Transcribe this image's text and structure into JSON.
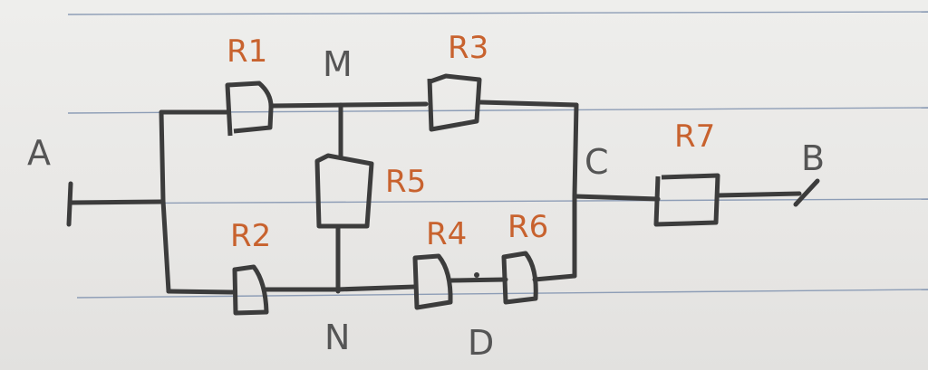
{
  "nodes": {
    "a": "A",
    "b": "B",
    "c": "C",
    "d": "D",
    "m": "M",
    "n": "N"
  },
  "resistors": {
    "r1": "R1",
    "r2": "R2",
    "r3": "R3",
    "r4": "R4",
    "r5": "R5",
    "r6": "R6",
    "r7": "R7"
  },
  "colors": {
    "ink": "#3c3c3c",
    "resistor_label": "#c8622e",
    "node_label": "#555555",
    "ruled_line": "#8d9db6"
  }
}
